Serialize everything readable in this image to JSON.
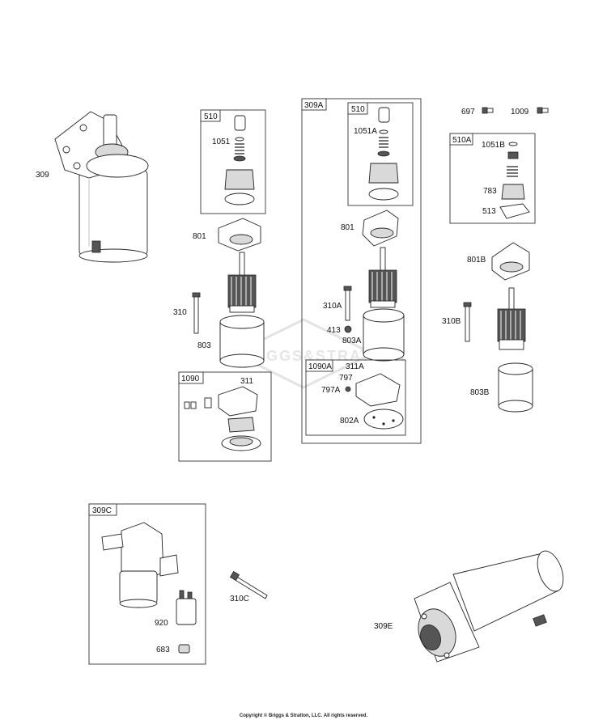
{
  "watermark": {
    "text": "BRIGGS&STRATTON"
  },
  "boxes": {
    "b510": "510",
    "b1090": "1090",
    "b309A": "309A",
    "b510_inner": "510",
    "b1090A": "1090A",
    "b510A": "510A",
    "b309C": "309C"
  },
  "labels": {
    "l309": "309",
    "l1051": "1051",
    "l801": "801",
    "l310": "310",
    "l803": "803",
    "l311": "311",
    "l1051A": "1051A",
    "l801b": "801",
    "l310A": "310A",
    "l413": "413",
    "l803A": "803A",
    "l311A": "311A",
    "l797": "797",
    "l797A": "797A",
    "l802A": "802A",
    "l697": "697",
    "l1009": "1009",
    "l1051B": "1051B",
    "l783": "783",
    "l513": "513",
    "l801B": "801B",
    "l310B": "310B",
    "l803B": "803B",
    "l310C": "310C",
    "l920": "920",
    "l683": "683",
    "l309E": "309E"
  },
  "copyright": "Copyright © Briggs & Stratton, LLC. All rights reserved."
}
